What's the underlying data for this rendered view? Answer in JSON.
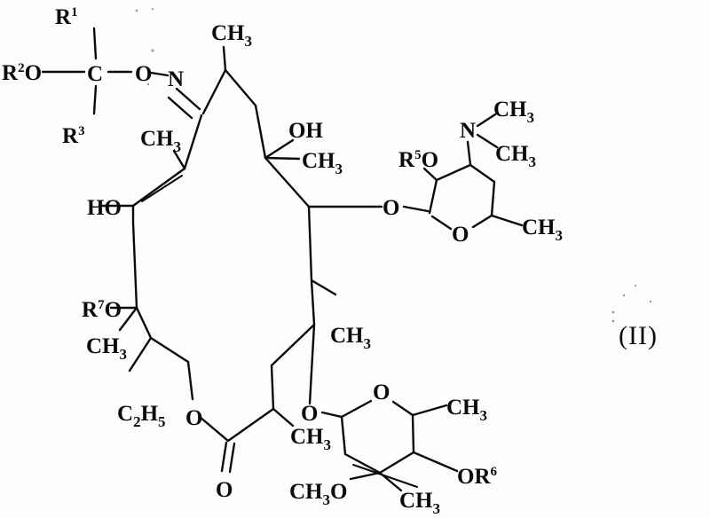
{
  "document": {
    "kind": "chemical-structure-drawing",
    "formula_tag": "(II)",
    "description": "Hand-drawn macrolide (erythromycin-type) 14-membered lactone ring bearing an oxime ether at C-9, a desosamine sugar and a cladinose sugar"
  },
  "labels": {
    "r2o": {
      "base": "R",
      "sup": "2",
      "tail": "O"
    },
    "r1": {
      "base": "R",
      "sup": "1"
    },
    "r3": {
      "base": "R",
      "sup": "3"
    },
    "carbon_c": "C",
    "oxime_o": "O",
    "oxime_n": "N",
    "ch3_c10": {
      "base": "CH",
      "sub": "3"
    },
    "ch3_c12": {
      "base": "CH",
      "sub": "3"
    },
    "oh_c12": "OH",
    "ch3_c8": {
      "base": "CH",
      "sub": "3"
    },
    "ho_c7": "HO",
    "r7o": {
      "base": "R",
      "sup": "7",
      "tail": "O"
    },
    "ch3_c6": {
      "base": "CH",
      "sub": "3"
    },
    "c2h5": {
      "base": "C",
      "sub1": "2",
      "mid": "H",
      "sub2": "5"
    },
    "lactone_o": "O",
    "carbonyl_o": "O",
    "ch3_c2": {
      "base": "CH",
      "sub": "3"
    },
    "ch3_c4": {
      "base": "CH",
      "sub": "3"
    },
    "glyco_o_desosamine": "O",
    "r5o": {
      "base": "R",
      "sup": "5",
      "tail": "O"
    },
    "amine_n": "N",
    "n_ch3_upper": {
      "base": "CH",
      "sub": "3"
    },
    "n_ch3_lower": {
      "base": "CH",
      "sub": "3"
    },
    "ring_o_desosamine": "O",
    "ch3_desosamine": {
      "base": "CH",
      "sub": "3"
    },
    "glyco_o_cladinose": "O",
    "ring_o_cladinose": "O",
    "ch3_cladinose_top": {
      "base": "CH",
      "sub": "3"
    },
    "or6": {
      "base": "O",
      "base2": "R",
      "sup": "6"
    },
    "ch3o_cladinose": {
      "base": "CH",
      "sub": "3",
      "tail": "O"
    },
    "ch3_cladinose_quart": {
      "base": "CH",
      "sub": "3"
    }
  },
  "colors": {
    "ink": "#0a0a0a",
    "paper": "#fdfdfd",
    "speck": "#9a9a9a"
  }
}
